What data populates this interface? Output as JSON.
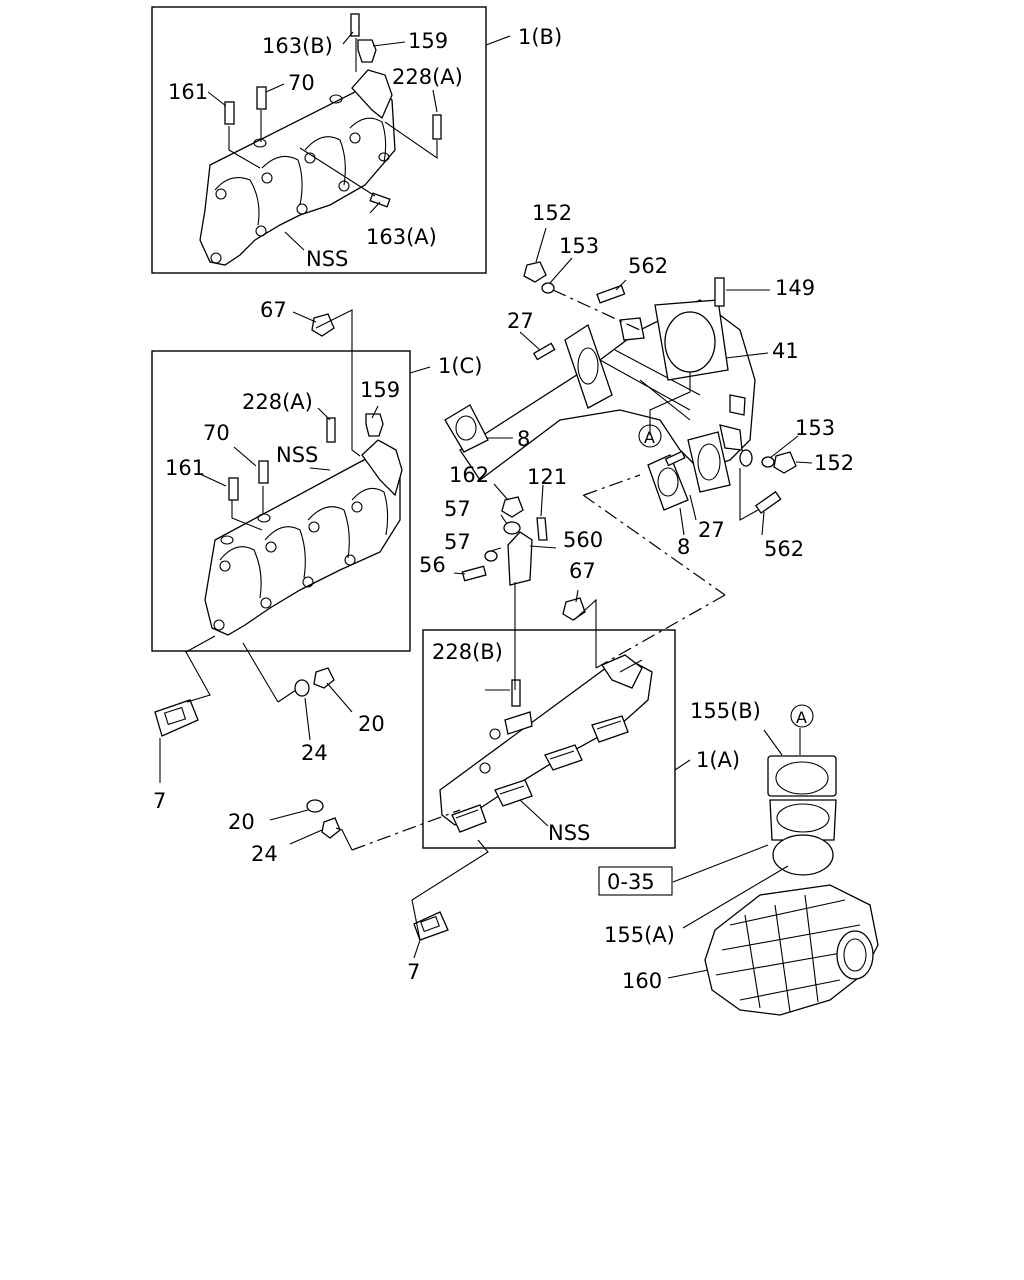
{
  "callouts": {
    "b_163b": "163(B)",
    "b_159": "159",
    "b_1b": "1(B)",
    "b_161": "161",
    "b_70": "70",
    "b_228a": "228(A)",
    "b_163a": "163(A)",
    "b_nss": "NSS",
    "t_152": "152",
    "t_153": "153",
    "t_562": "562",
    "t_149": "149",
    "t_67": "67",
    "t_27": "27",
    "t_41": "41",
    "t_1c": "1(C)",
    "t_159": "159",
    "t_228a": "228(A)",
    "t_8": "8",
    "t_70": "70",
    "t_nss": "NSS",
    "t_153b": "153",
    "t_161": "161",
    "t_152b": "152",
    "t_162": "162",
    "t_121": "121",
    "t_57a": "57",
    "t_57b": "57",
    "t_560": "560",
    "t_8b": "8",
    "t_27b": "27",
    "t_562b": "562",
    "t_56": "56",
    "t_67b": "67",
    "t_228b": "228(B)",
    "t_20": "20",
    "t_24": "24",
    "t_1a": "1(A)",
    "t_155b": "155(B)",
    "t_7": "7",
    "t_20b": "20",
    "t_24b": "24",
    "t_nss2": "NSS",
    "t_035": "0-35",
    "t_155a": "155(A)",
    "t_7b": "7",
    "t_160": "160",
    "ref_a1": "A",
    "ref_a2": "A"
  }
}
